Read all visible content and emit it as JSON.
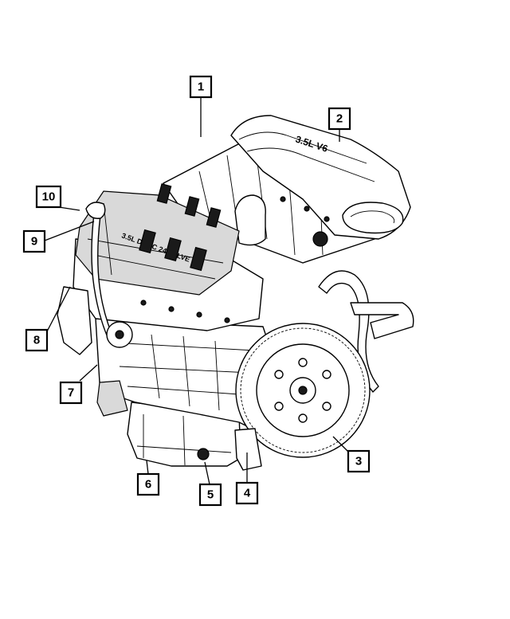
{
  "diagram": {
    "ink_color": "#000000",
    "background": "#ffffff",
    "intake_plenum_lettering": "3.5L V6",
    "valve_cover_lettering": "3.5L DOHC 24 VALVE",
    "callouts": [
      {
        "id": "callout-1",
        "label": "1"
      },
      {
        "id": "callout-2",
        "label": "2"
      },
      {
        "id": "callout-3",
        "label": "3"
      },
      {
        "id": "callout-4",
        "label": "4"
      },
      {
        "id": "callout-5",
        "label": "5"
      },
      {
        "id": "callout-6",
        "label": "6"
      },
      {
        "id": "callout-7",
        "label": "7"
      },
      {
        "id": "callout-8",
        "label": "8"
      },
      {
        "id": "callout-9",
        "label": "9"
      },
      {
        "id": "callout-10",
        "label": "10"
      }
    ]
  }
}
